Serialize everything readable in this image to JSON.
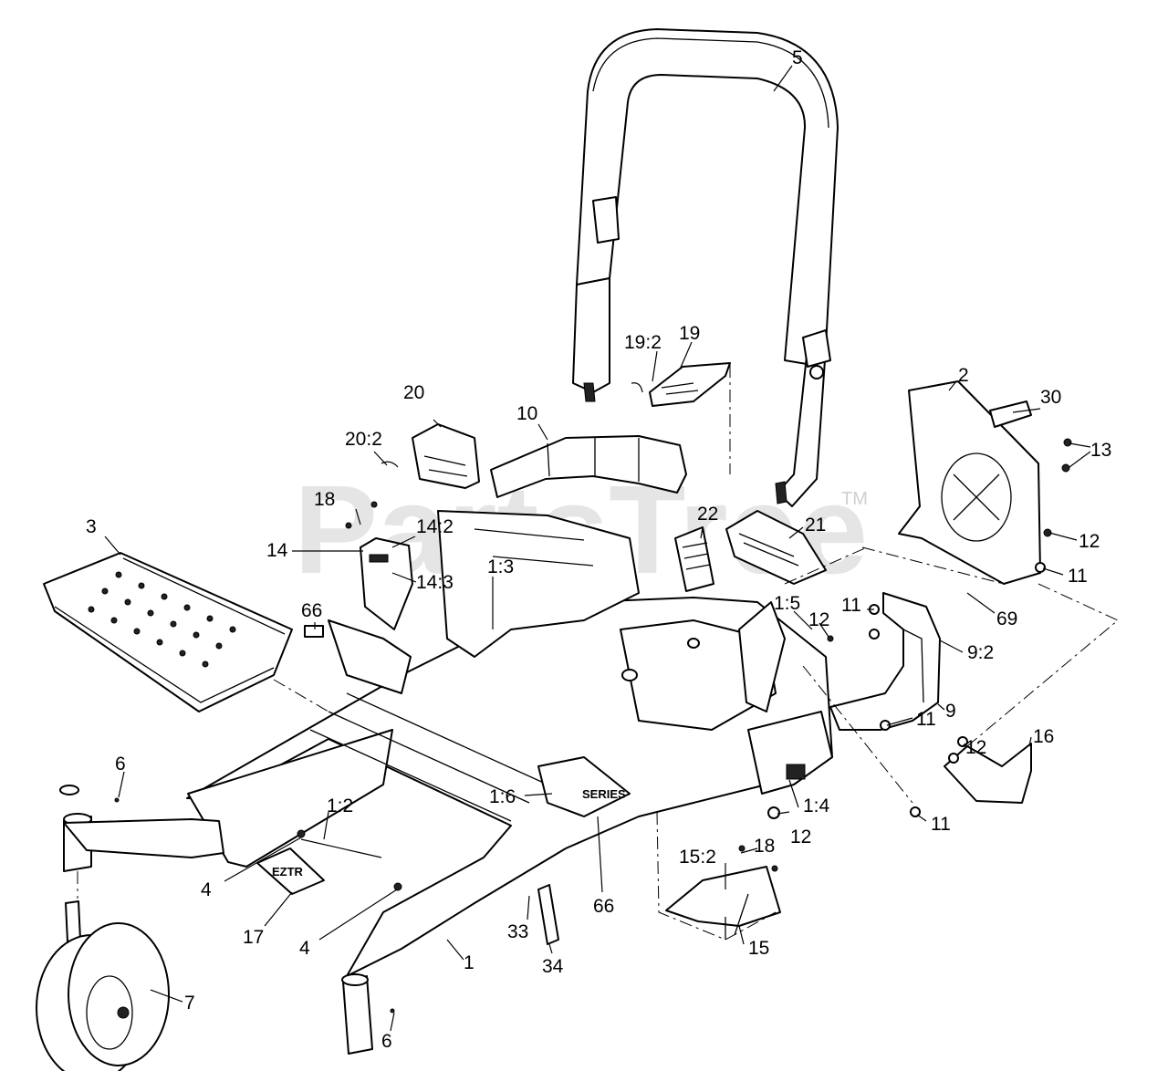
{
  "watermark": {
    "text": "PartsTree",
    "trademark": "TM"
  },
  "frame_plate_text": "EZTR",
  "decal_text": "SERIES",
  "callouts": {
    "c5": "5",
    "c2": "2",
    "c30": "30",
    "c13": "13",
    "c12a": "12",
    "c11a": "11",
    "c69": "69",
    "c9_2": "9:2",
    "c9": "9",
    "c11b": "11",
    "c11c": "11",
    "c12b": "12",
    "c16": "16",
    "c11d": "11",
    "c19_2": "19:2",
    "c19": "19",
    "c10": "10",
    "c20": "20",
    "c20_2": "20:2",
    "c18a": "18",
    "c14_2": "14:2",
    "c14": "14",
    "c14_3": "14:3",
    "c22": "22",
    "c21": "21",
    "c1_3": "1:3",
    "c66a": "66",
    "c3": "3",
    "c1_5": "1:5",
    "c12c": "12",
    "c6a": "6",
    "c1_6": "1:6",
    "c1_4": "1:4",
    "c12d": "12",
    "c1_2": "1:2",
    "c4a": "4",
    "c17": "17",
    "c4b": "4",
    "c1": "1",
    "c33": "33",
    "c66b": "66",
    "c34": "34",
    "c15_2": "15:2",
    "c18b": "18",
    "c15": "15",
    "c7": "7",
    "c6b": "6"
  }
}
